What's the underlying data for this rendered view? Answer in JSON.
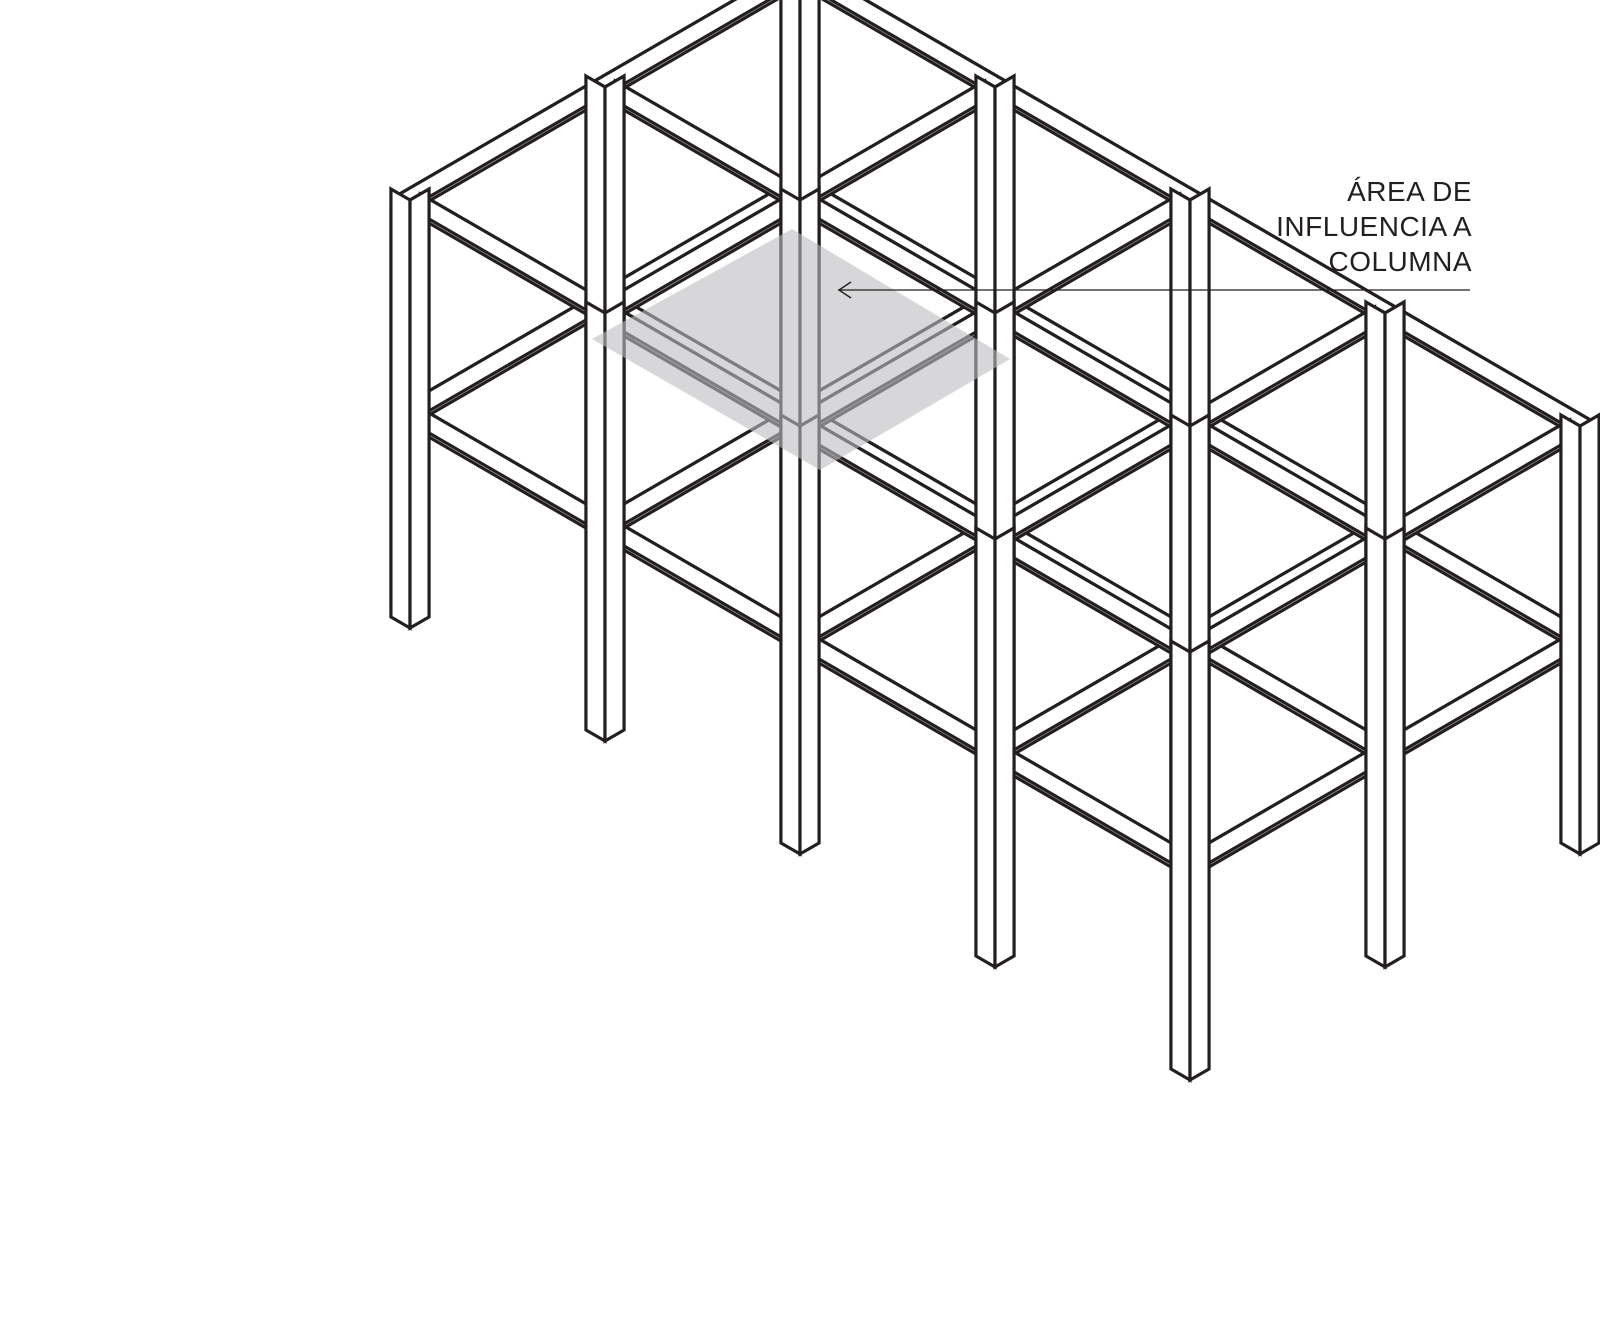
{
  "annotation": {
    "lines": [
      "ÁREA DE",
      "INFLUENCIA A",
      "COLUMNA"
    ]
  },
  "colors": {
    "stroke": "#231f20",
    "member_fill": "#ffffff",
    "influence_area_fill": "#bcbdc0",
    "background": "#ffffff"
  },
  "diagram": {
    "subject": "isometric reinforced concrete frame structure",
    "levels": 2,
    "highlight": "tributary area around one interior column"
  }
}
